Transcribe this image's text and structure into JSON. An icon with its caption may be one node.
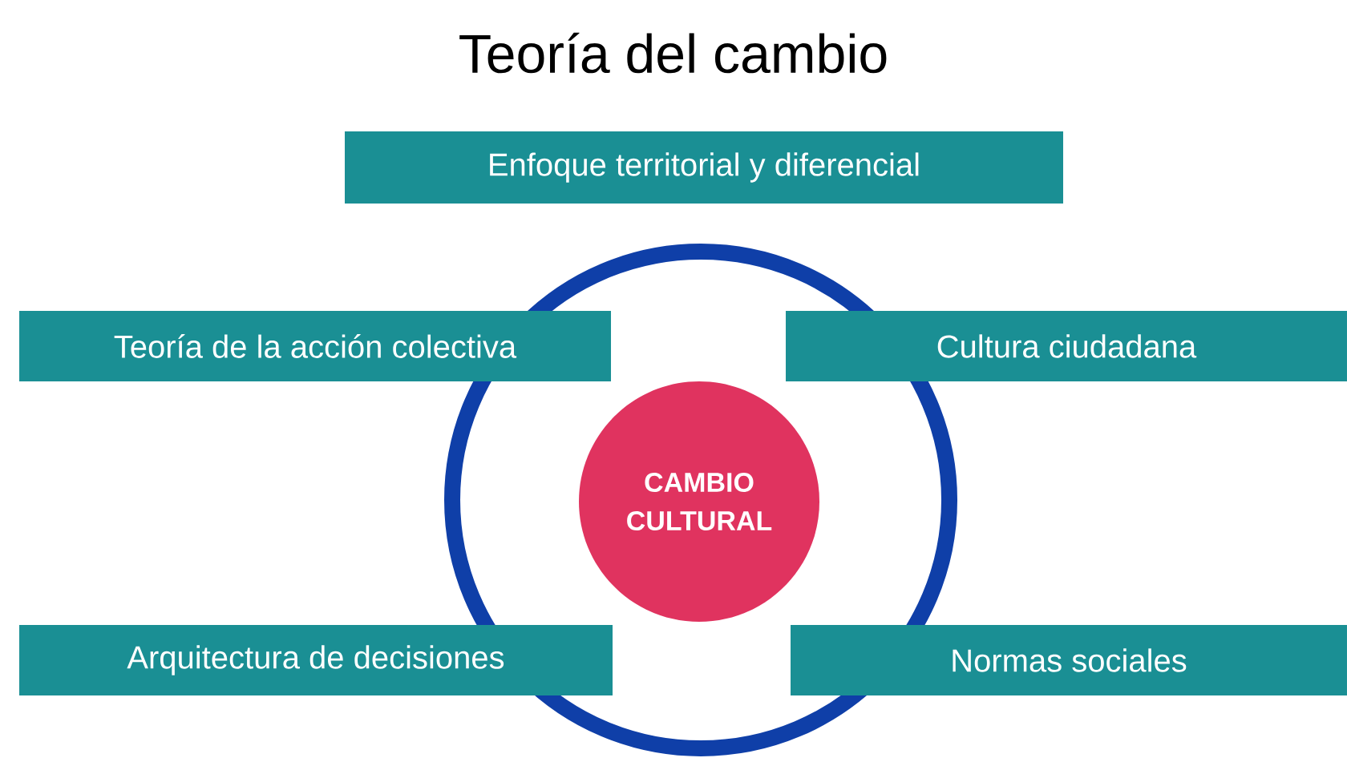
{
  "diagram": {
    "title": "Teoría del cambio",
    "nodes": [
      {
        "text": [
          "Enfoque territorial y diferencial"
        ]
      },
      {
        "text": [
          "Teoría de la acción colectiva"
        ]
      },
      {
        "text": [
          "Cultura ciudadana"
        ]
      },
      {
        "text": [],
        "shape": "circle"
      },
      {
        "text": [
          "CAMBIO CULTURAL"
        ],
        "in": 3
      },
      {
        "text": [
          "Arquitectura de decisiones"
        ]
      },
      {
        "text": [
          "Normas sociales"
        ]
      }
    ]
  }
}
